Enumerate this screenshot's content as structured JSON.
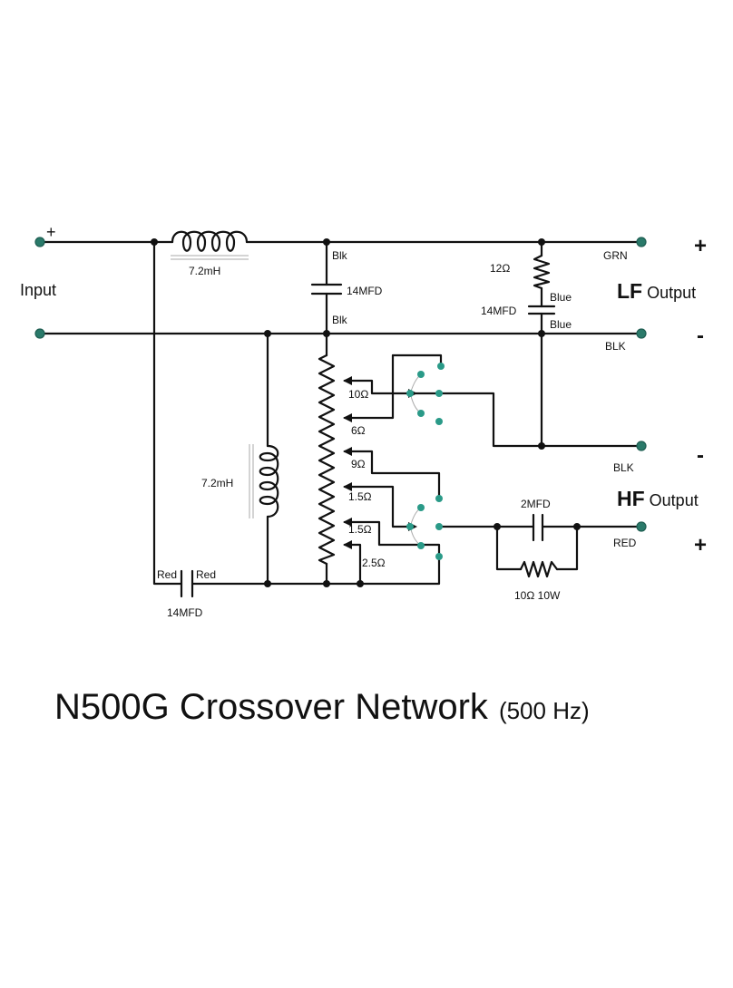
{
  "title": {
    "main": "N500G Crossover Network",
    "sub": "(500 Hz)"
  },
  "labels": {
    "input": "Input",
    "input_plus": "+",
    "lf_output_bold": "LF",
    "lf_output_rest": "Output",
    "hf_output_bold": "HF",
    "hf_output_rest": "Output",
    "lf_plus": "+",
    "lf_minus": "-",
    "hf_minus": "-",
    "hf_plus": "+",
    "grn": "GRN",
    "blk_lf": "BLK",
    "blk_hf": "BLK",
    "red": "RED"
  },
  "components": {
    "l1": "7.2mH",
    "l2": "7.2mH",
    "c1": "14MFD",
    "c1_top": "Blk",
    "c1_bottom": "Blk",
    "r_lf": "12Ω",
    "c_lf": "14MFD",
    "c_lf_top": "Blue",
    "c_lf_bottom": "Blue",
    "c3": "14MFD",
    "c3_left": "Red",
    "c3_right": "Red",
    "c_hf": "2MFD",
    "r_hf": "10Ω 10W"
  },
  "taps": {
    "t10": "10Ω",
    "t6": "6Ω",
    "t9": "9Ω",
    "t15a": "1.5Ω",
    "t15b": "1.5Ω",
    "t25": "2.5Ω"
  },
  "colors": {
    "wire": "#111111",
    "terminal": "#2a7a6a",
    "switch_contact": "#2a9a88"
  }
}
